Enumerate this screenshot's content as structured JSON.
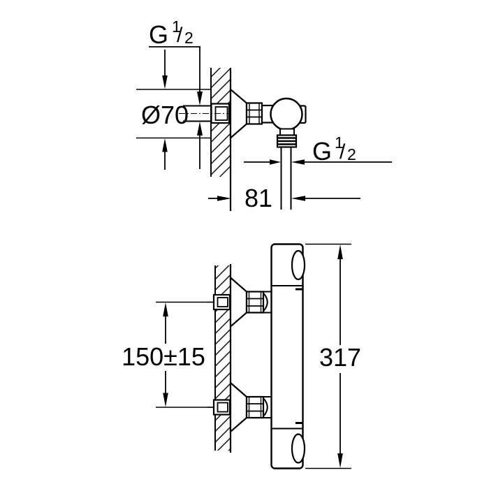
{
  "drawing": {
    "background_color": "#ffffff",
    "line_color": "#000000",
    "side_view": {
      "wall_thread": {
        "symbol": "G",
        "numerator": "1",
        "fraction_slash": "/",
        "denominator": "2"
      },
      "escutcheon_diameter": "Ø70",
      "hose_thread": {
        "symbol": "G",
        "numerator": "1",
        "fraction_slash": "/",
        "denominator": "2"
      },
      "wall_to_outlet_distance": "81"
    },
    "front_view": {
      "connection_spacing": "150±15",
      "overall_height": "317"
    }
  }
}
